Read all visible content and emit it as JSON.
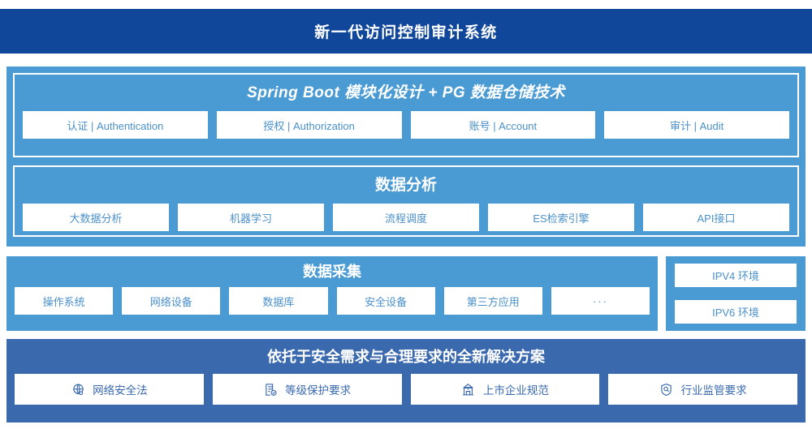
{
  "header": {
    "title": "新一代访问控制审计系统",
    "bg_color": "#10479B"
  },
  "theme": {
    "light_blue": "#4A9BD4",
    "dark_blue": "#10479B",
    "slate_blue": "#3A69AE",
    "chip_text": "#4A90C9",
    "chip_bg": "#FFFFFF"
  },
  "sections": {
    "application": {
      "modules": {
        "title": "Spring Boot 模块化设计 + PG 数据仓储技术",
        "items": [
          {
            "label": "认证 | Authentication"
          },
          {
            "label": "授权 | Authorization"
          },
          {
            "label": "账号 | Account"
          },
          {
            "label": "审计 | Audit"
          }
        ]
      },
      "analysis": {
        "title": "数据分析",
        "items": [
          {
            "label": "大数据分析"
          },
          {
            "label": "机器学习"
          },
          {
            "label": "流程调度"
          },
          {
            "label": "ES检索引擎"
          },
          {
            "label": "API接口"
          }
        ]
      }
    },
    "collection": {
      "title": "数据采集",
      "items": [
        {
          "label": "操作系统"
        },
        {
          "label": "网络设备"
        },
        {
          "label": "数据库"
        },
        {
          "label": "安全设备"
        },
        {
          "label": "第三方应用"
        },
        {
          "label": "···"
        }
      ]
    },
    "environment": {
      "items": [
        {
          "label": "IPV4 环境"
        },
        {
          "label": "IPV6 环境"
        }
      ]
    },
    "solution": {
      "title": "依托于安全需求与合理要求的全新解决方案",
      "items": [
        {
          "label": "网络安全法",
          "icon": "globe-network-icon"
        },
        {
          "label": "等级保护要求",
          "icon": "document-check-icon"
        },
        {
          "label": "上市企业规范",
          "icon": "bank-building-icon"
        },
        {
          "label": "行业监管要求",
          "icon": "shield-search-icon"
        }
      ]
    }
  }
}
